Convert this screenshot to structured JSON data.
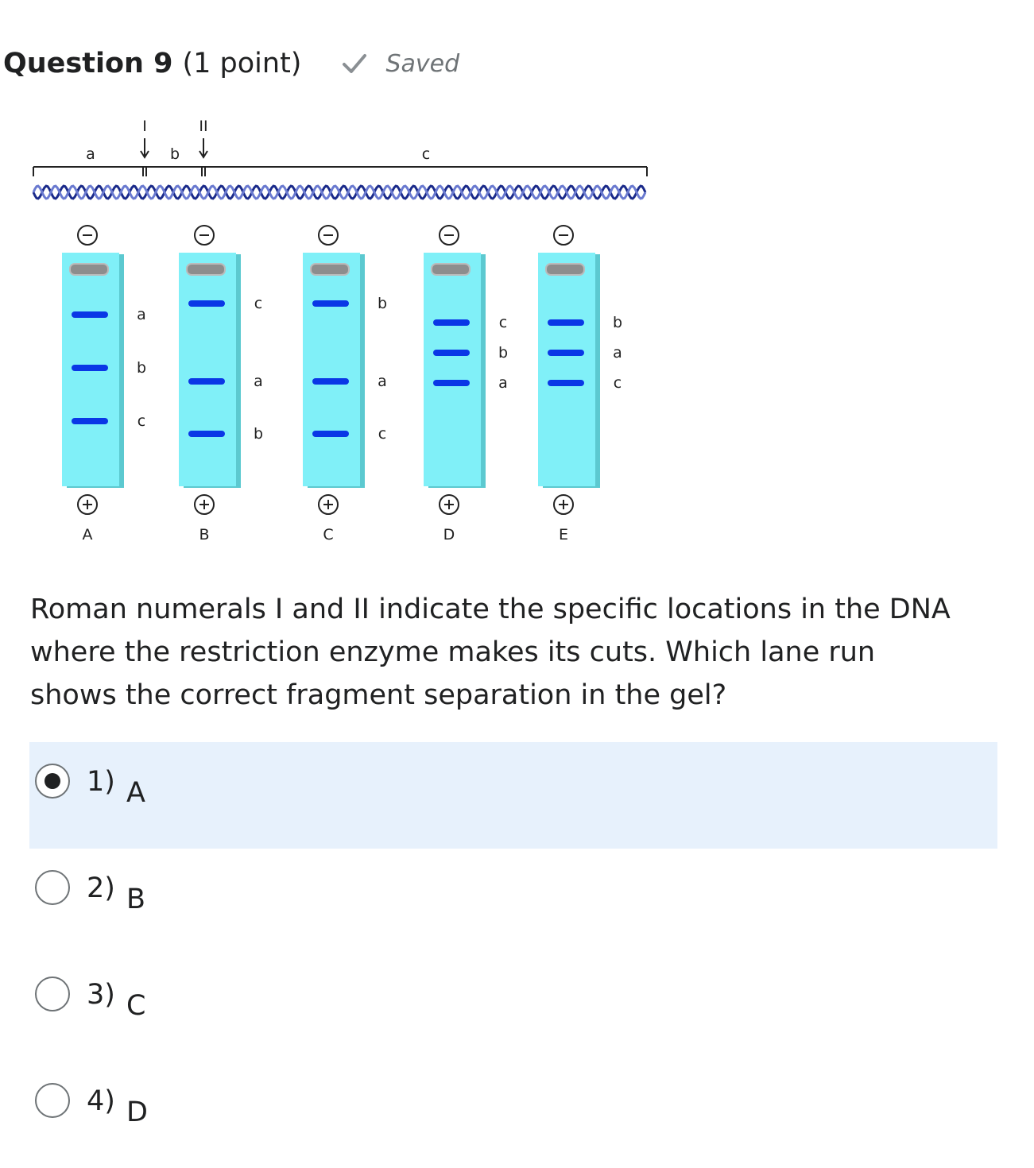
{
  "question": {
    "title": "Question 9",
    "points": "(1 point)",
    "status": "Saved",
    "status_icon": "checkmark-icon"
  },
  "figure": {
    "enzyme_sites": [
      "I",
      "II"
    ],
    "fragments": [
      "a",
      "b",
      "c"
    ],
    "negative_electrode": "⊖",
    "positive_electrode": "⊕",
    "lanes": [
      {
        "name": "A",
        "bands": [
          "a",
          "b",
          "c"
        ]
      },
      {
        "name": "B",
        "bands": [
          "c",
          "a",
          "b"
        ]
      },
      {
        "name": "C",
        "bands": [
          "b",
          "a",
          "c"
        ]
      },
      {
        "name": "D",
        "bands": [
          "c",
          "b",
          "a"
        ]
      },
      {
        "name": "E",
        "bands": [
          "b",
          "a",
          "c"
        ]
      }
    ],
    "colors": {
      "gel": "#80f0f8",
      "gel_shadow": "#5cc9d0",
      "band": "#0a37e6",
      "well": "#8d8d8d"
    }
  },
  "stem": "Roman numerals I and II indicate the specific locations in the DNA where the restriction enzyme makes its cuts.  Which lane run shows the correct fragment separation in the gel?",
  "options": [
    {
      "num": "1)",
      "label": "A",
      "selected": true
    },
    {
      "num": "2)",
      "label": "B",
      "selected": false
    },
    {
      "num": "3)",
      "label": "C",
      "selected": false
    },
    {
      "num": "4)",
      "label": "D",
      "selected": false
    }
  ]
}
